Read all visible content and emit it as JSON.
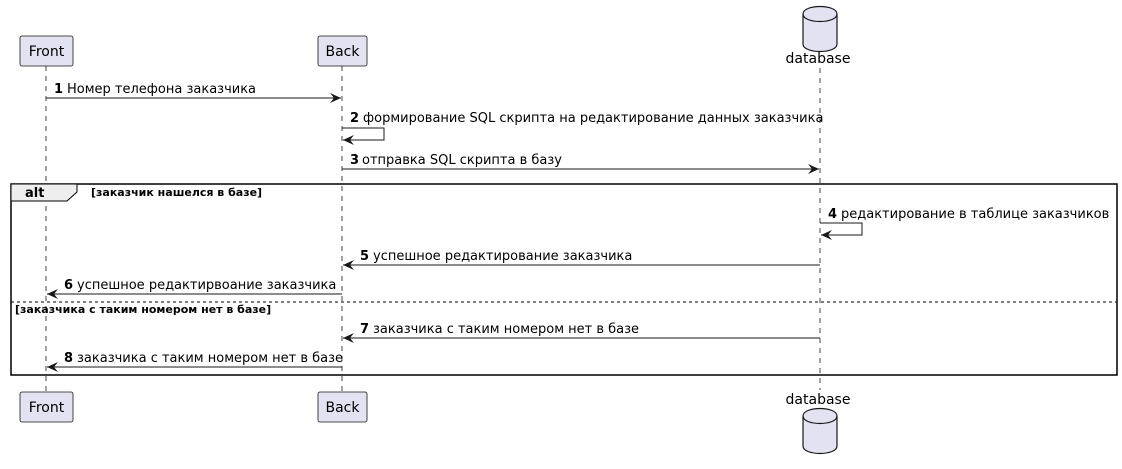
{
  "participants": {
    "front": "Front",
    "back": "Back",
    "database": "database"
  },
  "alt": {
    "keyword": "alt",
    "guard1": "[заказчик нашелся в базе]",
    "guard2": "[заказчика с таким номером нет в базе]"
  },
  "messages": [
    {
      "num": "1",
      "text": "Номер телефона заказчика"
    },
    {
      "num": "2",
      "text": "формирование SQL скрипта на редактирование данных заказчика"
    },
    {
      "num": "3",
      "text": "отправка SQL скрипта в базу"
    },
    {
      "num": "4",
      "text": "редактирование в таблице заказчиков"
    },
    {
      "num": "5",
      "text": "успешное редактирование заказчика"
    },
    {
      "num": "6",
      "text": "успешное редактирвоание заказчика"
    },
    {
      "num": "7",
      "text": "заказчика с таким номером нет в базе"
    },
    {
      "num": "8",
      "text": "заказчика с таким номером нет в базе"
    }
  ],
  "colors": {
    "participant_fill": "#e2e2f0",
    "participant_stroke": "#181818",
    "line": "#181818"
  }
}
